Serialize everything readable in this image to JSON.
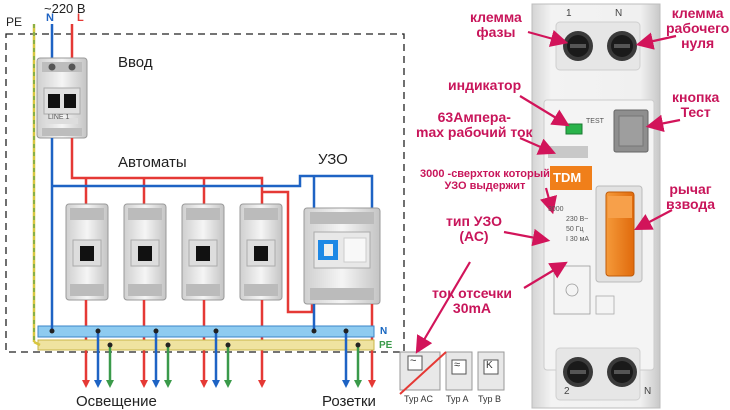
{
  "wiring": {
    "supply_label": "~220 В",
    "pe_label": "PE",
    "n_label": "N",
    "l_label": "L",
    "input_label": "Ввод",
    "breakers_label": "Автоматы",
    "rcd_label": "УЗО",
    "bus_n_label": "N",
    "bus_pe_label": "PE",
    "lighting_label": "Освещение",
    "sockets_label": "Розетки",
    "main_breaker_text": "LINE 1"
  },
  "device": {
    "terminal_top_left": "1",
    "terminal_top_right": "N",
    "terminal_bottom_left": "2",
    "terminal_bottom_right": "N",
    "test_text": "TEST",
    "brand": "TDM",
    "rating_text": "230 В~",
    "freq_text": "50 Гц",
    "leak_text": "I 30 мА",
    "overload_text": "3000"
  },
  "annotations": {
    "phase_terminal": "клемма\nфазы",
    "neutral_terminal": "клемма\nрабочего\nнуля",
    "indicator": "индикатор",
    "test_button": "кнопка\nТест",
    "rated_current": "63Ампера-\nmax рабочий ток",
    "overcurrent": "3000 -сверхток который\nУЗО выдержит",
    "rcd_type": "тип УЗО\n(АС)",
    "lever": "рычаг\nвзвода",
    "trip_current": "ток отсечки\n30mA"
  },
  "types": [
    {
      "label": "Typ AC",
      "symbol": "~"
    },
    {
      "label": "Typ A",
      "symbol": "≈"
    },
    {
      "label": "Typ B",
      "symbol": "K"
    }
  ],
  "colors": {
    "phase": "#e53935",
    "neutral": "#1e63c4",
    "earth": "#d8c640",
    "bus_n": "#4aa3df",
    "bus_pe": "#e6d27a",
    "accent": "#d2145a",
    "tdm_orange": "#f07f1a"
  }
}
